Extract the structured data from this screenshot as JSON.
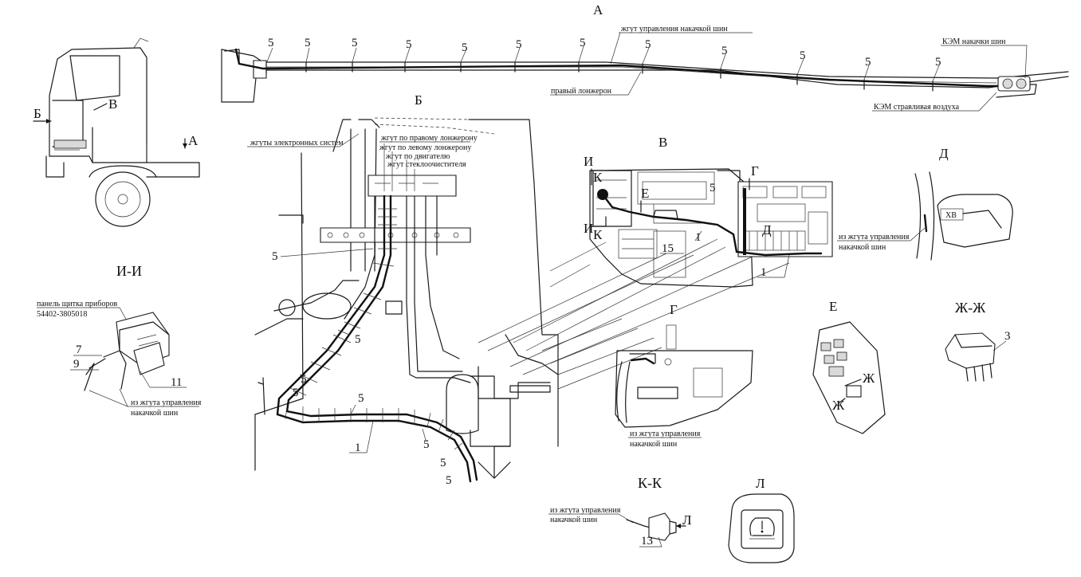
{
  "views": {
    "a": "А",
    "b": "Б",
    "v": "В",
    "g": "Г",
    "d": "Д",
    "e": "Е",
    "i": "И",
    "k": "К",
    "l": "Л",
    "zh": "Ж",
    "ii": "И-И",
    "kk": "К-К",
    "zhzh": "Ж-Ж"
  },
  "labels": {
    "harness_control": "жгут управления накачкой шин",
    "right_spar": "правый лонжерон",
    "kem_inflate": "КЭМ накачки шин",
    "kem_release": "КЭМ стравливая воздуха",
    "electronic_harnesses": "жгуты электронных систем",
    "harness_right_spar": "жгут по правому лонжерону",
    "harness_left_spar": "жгут по левому лонжерону",
    "harness_engine": "жгут по двигателю",
    "harness_wiper": "жгут стеклоочистителя",
    "from_harness_line1": "из жгута управления",
    "from_harness_line2": "накачкой шин",
    "panel_line1": "панель щитка приборов",
    "panel_line2": "54402-3805018",
    "xb": "XB"
  },
  "callouts": {
    "n1": "1",
    "n3": "3",
    "n5": "5",
    "n7": "7",
    "n9": "9",
    "n11": "11",
    "n13": "13",
    "n15": "15"
  }
}
